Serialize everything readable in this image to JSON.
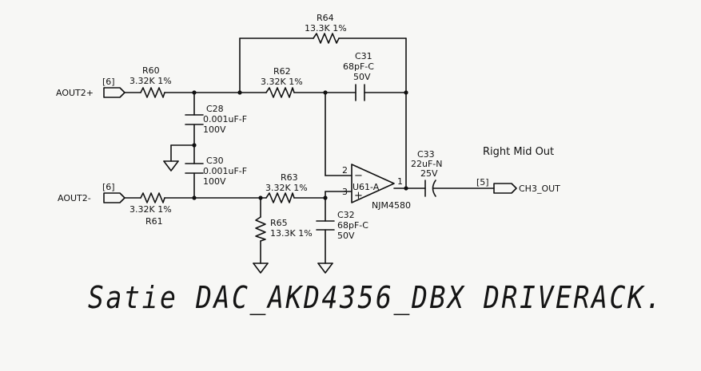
{
  "ports": {
    "aout2_plus": {
      "net": "AOUT2+",
      "ref": "[6]"
    },
    "aout2_minus": {
      "net": "AOUT2-",
      "ref": "[6]"
    },
    "ch3_out": {
      "net": "CH3_OUT",
      "ref": "[5]"
    }
  },
  "components": {
    "R60": {
      "ref": "R60",
      "value": "3.32K 1%"
    },
    "R61": {
      "ref": "R61",
      "value": "3.32K 1%"
    },
    "R62": {
      "ref": "R62",
      "value": "3.32K 1%"
    },
    "R63": {
      "ref": "R63",
      "value": "3.32K 1%"
    },
    "R64": {
      "ref": "R64",
      "value": "13.3K 1%"
    },
    "R65": {
      "ref": "R65",
      "value": "13.3K 1%"
    },
    "C28": {
      "ref": "C28",
      "value": "0.001uF-F",
      "voltage": "100V"
    },
    "C30": {
      "ref": "C30",
      "value": "0.001uF-F",
      "voltage": "100V"
    },
    "C31": {
      "ref": "C31",
      "value": "68pF-C",
      "voltage": "50V"
    },
    "C32": {
      "ref": "C32",
      "value": "68pF-C",
      "voltage": "50V"
    },
    "C33": {
      "ref": "C33",
      "value": "22uF-N",
      "voltage": "25V"
    },
    "U61": {
      "ref": "U61-A",
      "part": "NJM4580",
      "pin_minus": "2",
      "pin_plus": "3",
      "pin_out": "1",
      "sign_minus": "−",
      "sign_plus": "+"
    }
  },
  "output_label": "Right Mid Out",
  "handwritten_note": "Satie DAC_AKD4356_DBX DRIVERACK."
}
